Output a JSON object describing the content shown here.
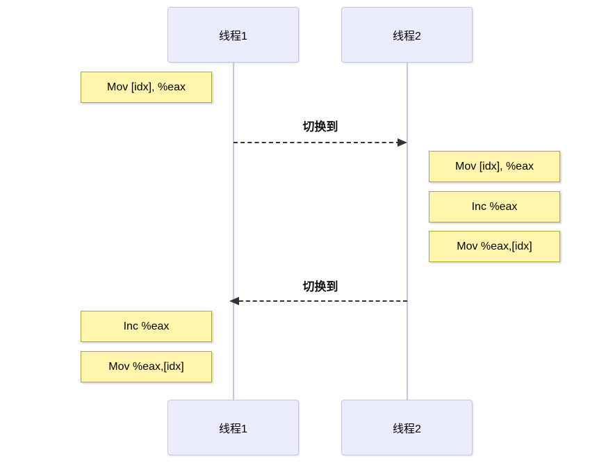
{
  "diagram": {
    "type": "sequence-diagram",
    "actors": {
      "thread1": "线程1",
      "thread2": "线程2"
    },
    "notes": {
      "t1_read": "Mov [idx], %eax",
      "t2_read": "Mov [idx], %eax",
      "t2_inc": "Inc %eax",
      "t2_write": "Mov %eax,[idx]",
      "t1_inc": "Inc %eax",
      "t1_write": "Mov %eax,[idx]"
    },
    "messages": {
      "switch_to_t2": "切换到",
      "switch_to_t1": "切换到"
    },
    "colors": {
      "actor_fill": "#ECECFF",
      "actor_border": "#C8C5E2",
      "note_fill": "#FFF5AD",
      "note_border": "#AAAA33",
      "lifeline": "#C9C3E5",
      "arrow": "#333333",
      "text": "#000000",
      "background": "#FFFFFF"
    }
  }
}
